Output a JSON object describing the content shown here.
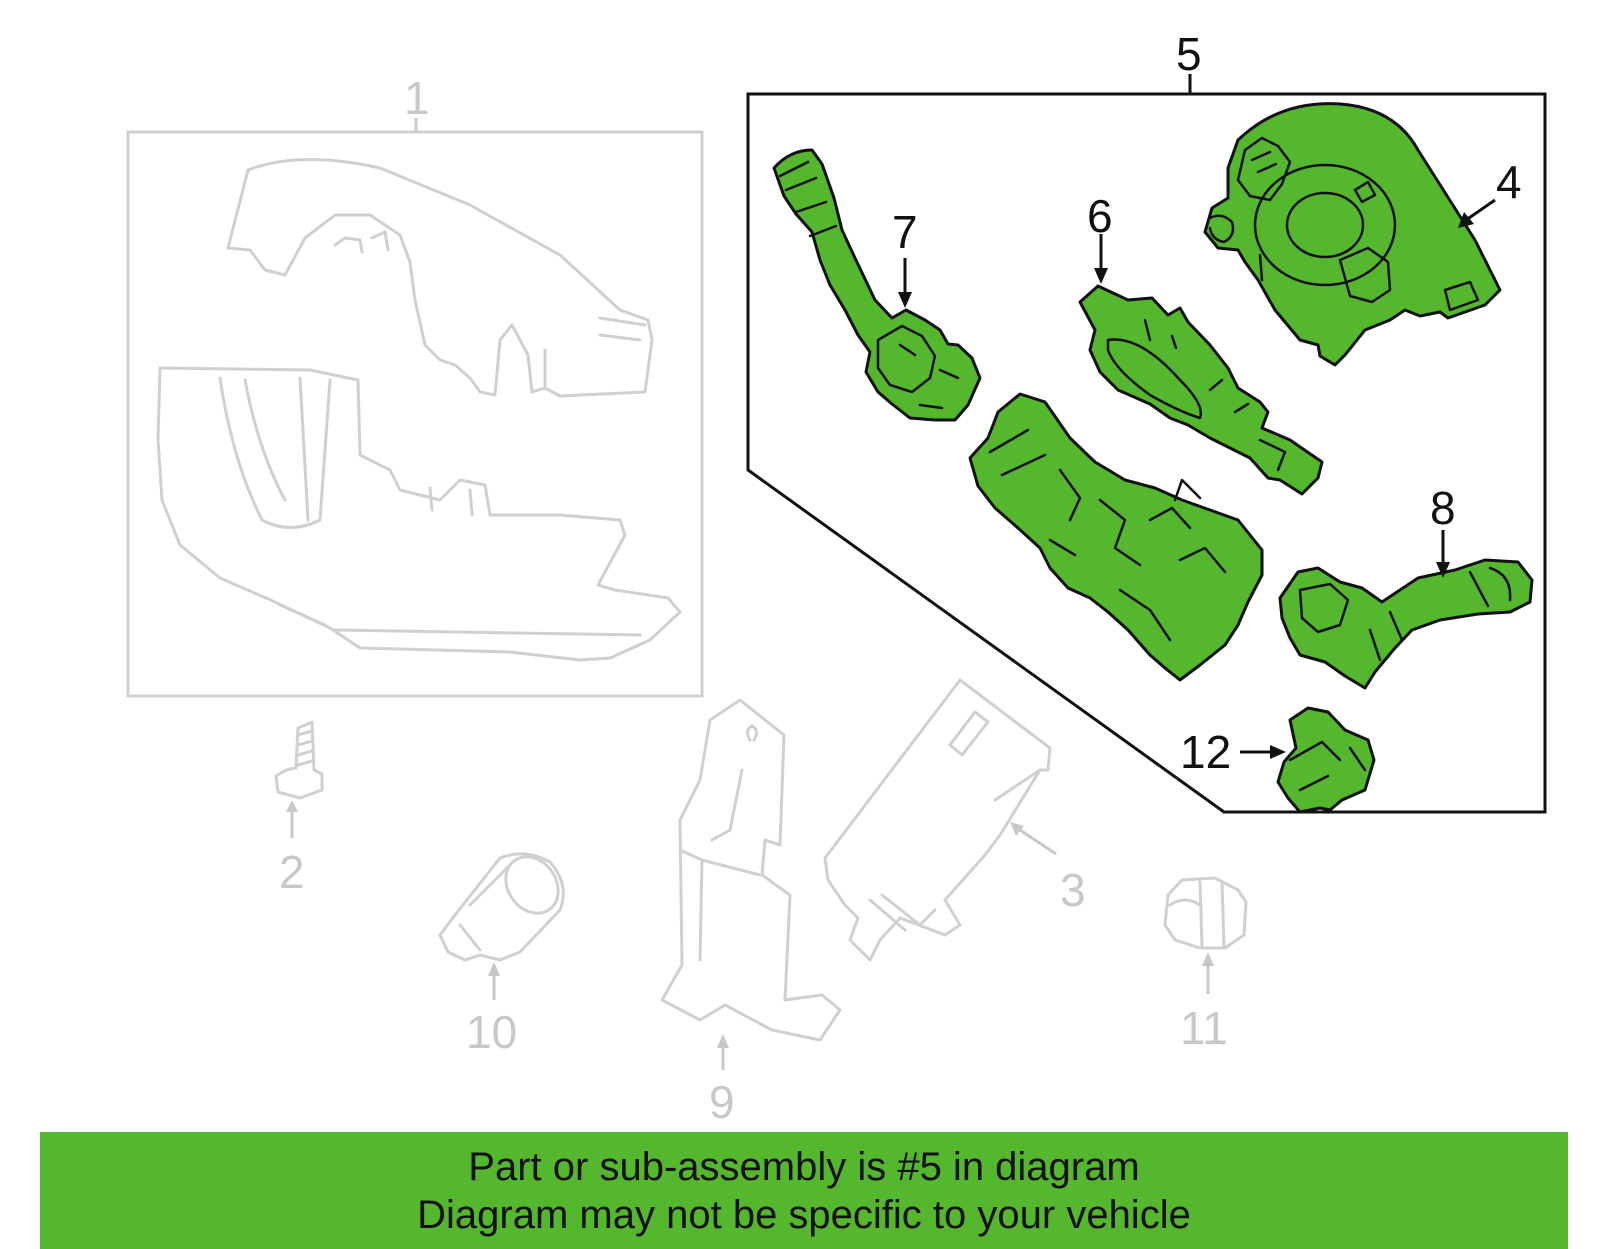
{
  "diagram": {
    "callouts": {
      "c1": "1",
      "c2": "2",
      "c3": "3",
      "c4": "4",
      "c5": "5",
      "c6": "6",
      "c7": "7",
      "c8": "8",
      "c9": "9",
      "c10": "10",
      "c11": "11",
      "c12": "12"
    },
    "colors": {
      "highlight": "#55b72d",
      "ghost_stroke": "#d0d0d0",
      "ghost_label": "#c8c8c8",
      "outline": "#111111"
    }
  },
  "banner": {
    "line1": "Part or sub-assembly is #5 in diagram",
    "line2": "Diagram may not be specific to your vehicle"
  }
}
